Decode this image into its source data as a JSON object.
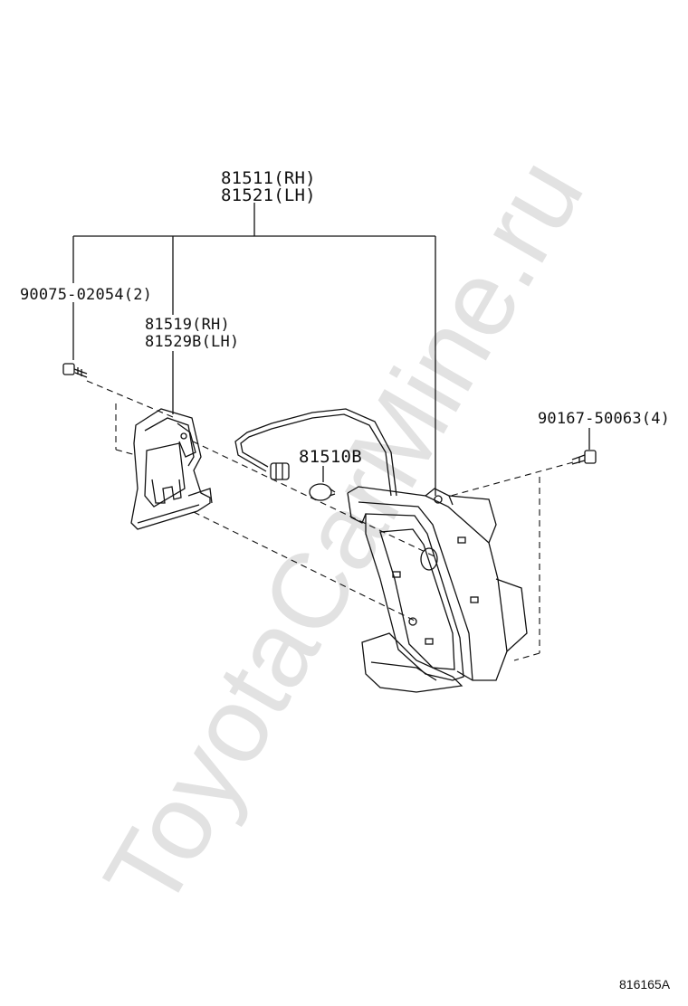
{
  "watermark": "ToyotaCarMine.ru",
  "figure_id": "816165A",
  "labels": {
    "assy_rh": "81511(RH)",
    "assy_lh": "81521(LH)",
    "bolt_left": "90075-02054(2)",
    "bracket_rh": "81519(RH)",
    "bracket_lh": "81529B(LH)",
    "bulb": "81510B",
    "bolt_right": "90167-50063(4)"
  }
}
